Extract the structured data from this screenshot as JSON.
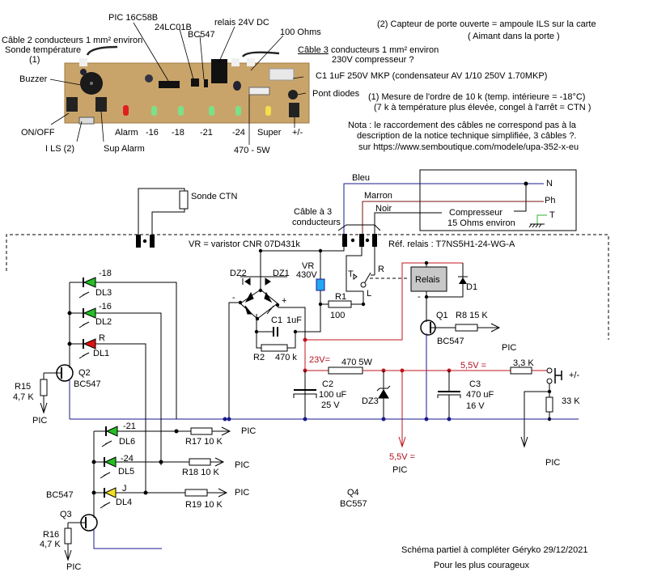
{
  "photo": {
    "labels": {
      "pic": "PIC 16C58B",
      "eeprom": "24LC01B",
      "bc547": "BC547",
      "relais": "relais 24V DC",
      "ohms100": "100 Ohms",
      "cable2_line1": "Câble 2 conducteurs 1 mm² environ",
      "cable2_line2": "Sonde  température",
      "cable2_line3": "(1)",
      "cable3_line1_u": "Câble 3",
      "cable3_line1_rest": " conducteurs  1 mm²  environ",
      "cable3_line2": "230V  compresseur ?",
      "c1": "C1   1uF 250V MKP  (condensateur AV 1/10 250V 1.70MKP)",
      "buzzer": "Buzzer",
      "pont": "Pont diodes",
      "onoff": "ON/OFF",
      "ils": "I LS (2)",
      "supalarm": "Sup Alarm",
      "alarm": "Alarm",
      "m16": "-16",
      "m18": "-18",
      "m21": "-21",
      "m24": "-24",
      "super": "Super",
      "plusminus": "+/-",
      "r470": "470 - 5W"
    },
    "colors": {
      "pcb": "#c9a46a",
      "led_green": "#7be08a",
      "led_red": "#e02020",
      "led_yellow": "#f2e04a"
    }
  },
  "notes": {
    "n2_line1": "(2)  Capteur de porte ouverte = ampoule ILS sur la carte",
    "n2_line2": "( Aimant dans la porte )",
    "n1_line1": "(1) Mesure de l'ordre de 10 k  (temp. intérieure =  -18°C)",
    "n1_line2": "(7 k à température plus élevée, congel à l'arrêt  = CTN )",
    "nota_line1": "Nota : le raccordement des câbles ne correspond pas à la",
    "nota_line2": "description de la notice technique simplifiée,   3 câbles ?.",
    "nota_line3": "sur https://www.semboutique.com/modele/upa-352-x-eu"
  },
  "schematic": {
    "sonde": "Sonde CTN",
    "cable3_a": "Câble à 3",
    "cable3_b": "conducteurs",
    "bleu": "Bleu",
    "marron": "Marron",
    "noir": "Noir",
    "compresseur": "Compresseur",
    "compresseur_ohms": "15 Ohms environ",
    "N": "N",
    "Ph": "Ph",
    "T": "T",
    "varistor": "VR = varistor CNR 07D431k",
    "ref_relais": "Réf. relais : T7NS5H1-24-WG-A",
    "vr": "VR",
    "vr_v": "430V",
    "dz2": "DZ2",
    "dz1": "DZ1",
    "minus": "-",
    "plus": "+",
    "c1": "C1",
    "c1_v": "1uF",
    "r1": "R1",
    "r1_v": "100",
    "r2": "R2",
    "r2_v": "470 k",
    "T_sw": "T",
    "R_sw": "R",
    "L_sw": "L",
    "relais": "Relais",
    "d1": "D1",
    "q1": "Q1",
    "q1_type": "BC547",
    "r8": "R8  15 K",
    "pic_r8": "PIC",
    "v23": "23V=",
    "r470": "470 5W",
    "v55": "5,5V =",
    "r33": "3,3 K",
    "pm": "+/-",
    "r33k": "33 K",
    "c2": "C2",
    "c2_v": "100 uF",
    "c2_vv": "25 V",
    "dz3": "DZ3",
    "c3": "C3",
    "c3_v": "470 uF",
    "c3_vv": "16 V",
    "v55_pic": "5,5V =",
    "pic_55": "PIC",
    "pic_33k": "PIC",
    "dl3_t": "-18",
    "dl3": "DL3",
    "dl2_t": "-16",
    "dl2": "DL2",
    "dl1_t": "R",
    "dl1": "DL1",
    "q2": "Q2",
    "q2_type": "BC547",
    "r15": "R15",
    "r15_v": "4,7 K",
    "pic_r15": "PIC",
    "dl6_t": "-21",
    "dl6": "DL6",
    "dl5_t": "-24",
    "dl5": "DL5",
    "dl4_t": "J",
    "dl4": "DL4",
    "r17": "R17 10 K",
    "r18": "R18 10 K",
    "r19": "R19 10 K",
    "pic_r17": "PIC",
    "pic_r18": "PIC",
    "pic_r19": "PIC",
    "bc547_q3": "BC547",
    "q3": "Q3",
    "r16": "R16",
    "r16_v": "4,7 K",
    "pic_r16": "PIC",
    "q4": "Q4",
    "q4_type": "BC557",
    "footer1": "Schéma partiel à compléter  Géryko    29/12/2021",
    "footer2": "Pour les plus courageux",
    "colors": {
      "blue_wire": "#1a1a8c",
      "red_wire": "#c0141e",
      "brown_wire": "#7a1010",
      "led_green": "#22c022",
      "led_red": "#e01010",
      "led_yellow": "#f0e020",
      "varistor": "#22a8f0",
      "relay_box": "#c8c8c8",
      "earth": "#2cb02c"
    }
  }
}
